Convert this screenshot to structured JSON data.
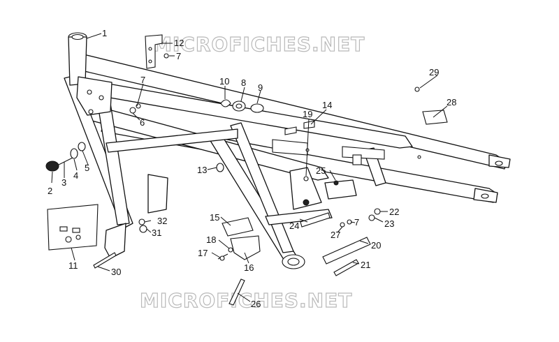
{
  "watermarks": {
    "top": "MICROFICHES.NET",
    "bottom": "MICROFICHES.NET"
  },
  "callouts": [
    "1",
    "2",
    "3",
    "4",
    "5",
    "6",
    "7",
    "7",
    "7",
    "8",
    "9",
    "10",
    "11",
    "12",
    "13",
    "14",
    "15",
    "16",
    "17",
    "18",
    "19",
    "20",
    "21",
    "22",
    "23",
    "24",
    "25",
    "26",
    "27",
    "28",
    "29",
    "30",
    "31",
    "32"
  ]
}
